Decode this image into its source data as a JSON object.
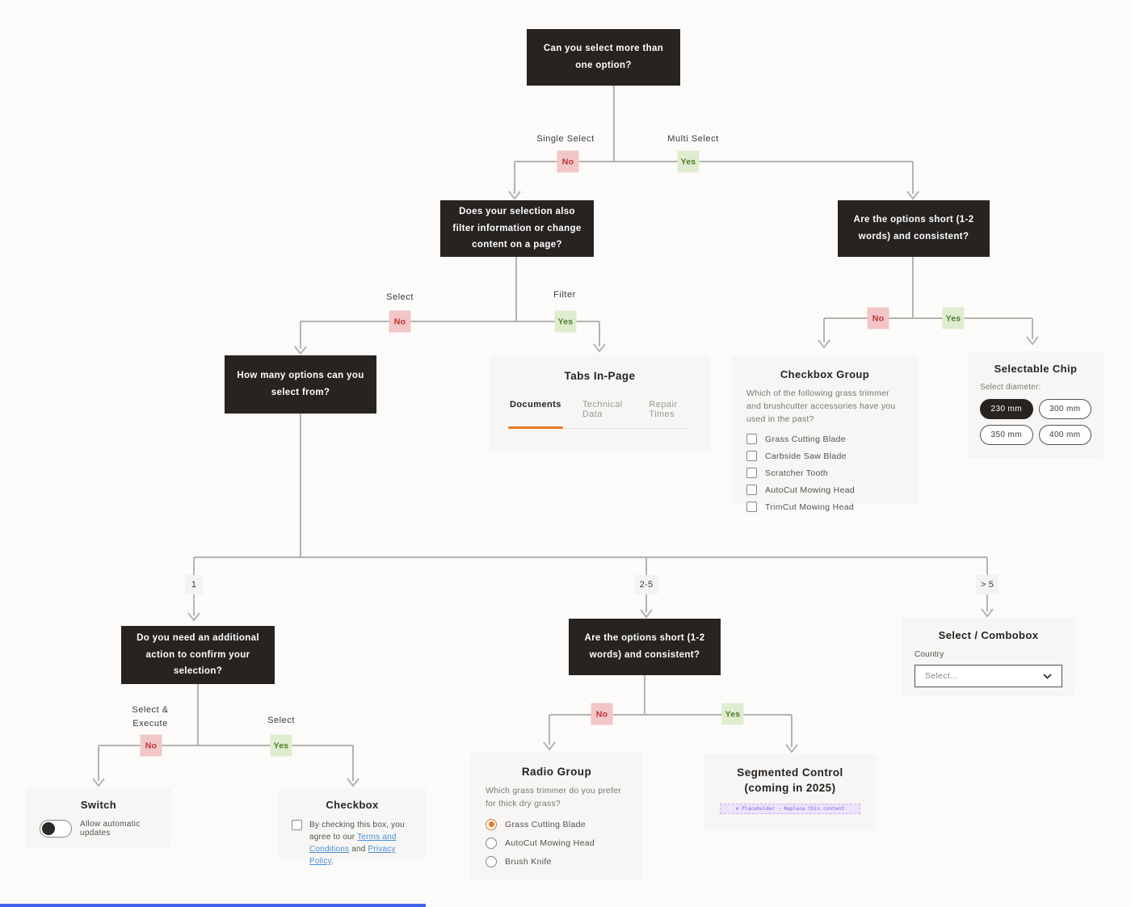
{
  "boxes": {
    "multi": "Can you select more than one option?",
    "filter": "Does your selection also filter information or change content on a page?",
    "short_top": "Are the options short (1-2 words) and consistent?",
    "how_many": "How many options can you select from?",
    "confirm": "Do you need an additional action to confirm your selection?",
    "short_bottom": "Are the options short (1-2 words) and consistent?"
  },
  "chips": {
    "no": "No",
    "yes": "Yes"
  },
  "labels": {
    "single_select": "Single Select",
    "multi_select": "Multi Select",
    "select": "Select",
    "filter": "Filter",
    "select_execute": "Select & Execute",
    "select2": "Select",
    "count_one": "1",
    "count_two_five": "2-5",
    "count_gt_five": "> 5"
  },
  "cards": {
    "tabs": {
      "title": "Tabs In-Page",
      "items": [
        "Documents",
        "Technical Data",
        "Repair Times"
      ],
      "active": "Documents"
    },
    "checkbox_group": {
      "title": "Checkbox Group",
      "question": "Which of the following grass trimmer and brushcutter accessories have you used in the past?",
      "options": [
        "Grass Cutting Blade",
        "Carbside Saw Blade",
        "Scratcher Tooth",
        "AutoCut Mowing Head",
        "TrimCut Mowing Head"
      ]
    },
    "selectable_chip": {
      "title": "Selectable Chip",
      "label": "Select diameter:",
      "chips": [
        "230 mm",
        "300 mm",
        "350 mm",
        "400 mm"
      ],
      "selected": "230 mm"
    },
    "switch": {
      "title": "Switch",
      "label": "Allow automatic updates"
    },
    "checkbox": {
      "title": "Checkbox",
      "text_before": "By checking this box, you agree to our ",
      "link_terms": "Terms and Conditions",
      "text_mid": " and ",
      "link_privacy": "Privacy Policy",
      "text_after": "."
    },
    "radio_group": {
      "title": "Radio Group",
      "question": "Which grass trimmer do you prefer for thick dry grass?",
      "options": [
        "Grass Cutting Blade",
        "AutoCut Mowing Head",
        "Brush Knife"
      ],
      "selected": "Grass Cutting Blade"
    },
    "segmented": {
      "title_line1": "Segmented Control",
      "title_line2": "(coming in 2025)",
      "placeholder": "⊕ Placeholder · Replace this content"
    },
    "combobox": {
      "title": "Select / Combobox",
      "label": "Country",
      "placeholder": "Select..."
    }
  },
  "colors": {
    "accent_orange": "#E87722",
    "no_bg": "#F2C5C7",
    "no_text": "#BB3430",
    "yes_bg": "#DFECD0",
    "yes_text": "#4C7D28",
    "box_bg": "#262321",
    "card_bg": "#F7F6F4",
    "line": "#B5B3B0",
    "link_blue": "#4A8FD4",
    "placeholder_purple": "#7C5CE8"
  }
}
